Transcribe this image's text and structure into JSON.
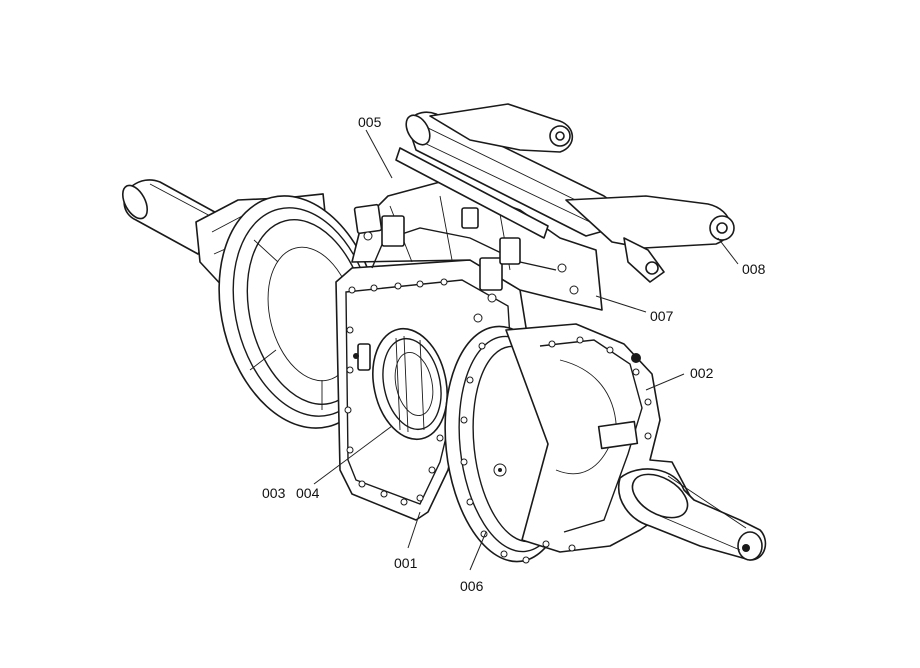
{
  "callouts": [
    {
      "id": "001",
      "label": "001"
    },
    {
      "id": "002",
      "label": "002"
    },
    {
      "id": "003",
      "label": "003"
    },
    {
      "id": "004",
      "label": "004"
    },
    {
      "id": "005",
      "label": "005"
    },
    {
      "id": "006",
      "label": "006"
    },
    {
      "id": "007",
      "label": "007"
    },
    {
      "id": "008",
      "label": "008"
    }
  ]
}
